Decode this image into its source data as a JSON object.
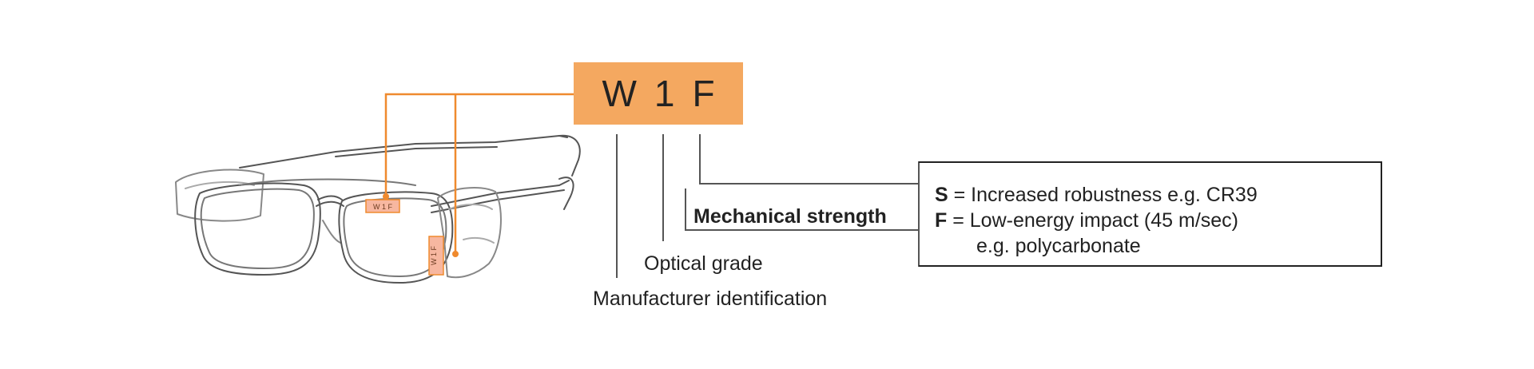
{
  "code": {
    "letters": [
      "W",
      "1",
      "F"
    ]
  },
  "stamp": {
    "front": "W 1 F",
    "side": "W 1 F"
  },
  "labels": {
    "optical_grade": "Optical grade",
    "manufacturer": "Manufacturer identification",
    "mechanical_strength": "Mechanical strength"
  },
  "legend": {
    "s_key": "S",
    "s_text": "= Increased robustness e.g. CR39",
    "f_key": "F",
    "f_text": "= Low-energy impact (45 m/sec)",
    "f_text2": "e.g. polycarbonate"
  },
  "colors": {
    "accent": "#f4a860",
    "accent_line": "#ef8a2e",
    "stamp_fill": "#f7b7a0"
  }
}
